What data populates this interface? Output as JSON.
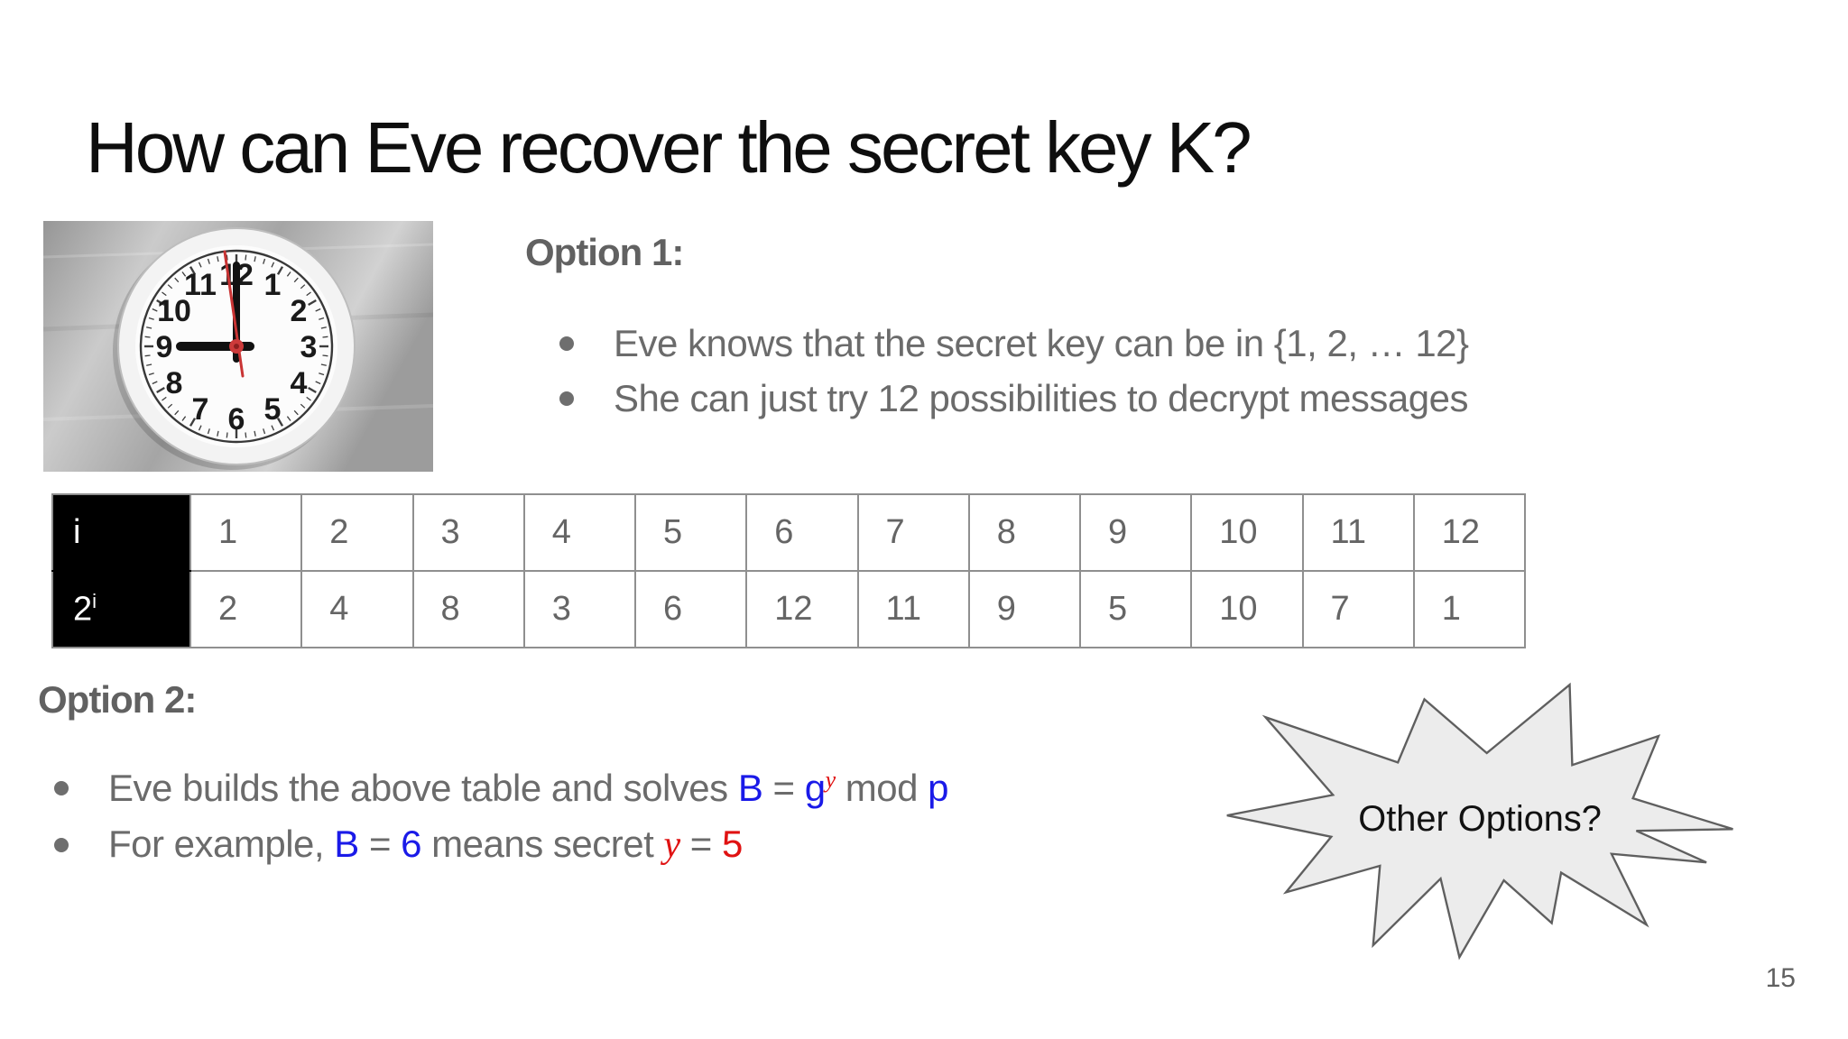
{
  "slide": {
    "title": "How can Eve recover the secret key K?",
    "page_number": "15"
  },
  "option1": {
    "heading": "Option 1:",
    "bullets": [
      "Eve knows that the secret key can be in {1, 2, … 12}",
      "She can just try 12 possibilities to decrypt messages"
    ]
  },
  "power_table": {
    "header_row1": "i",
    "header_row2_base": "2",
    "header_row2_sup": "i",
    "i_values": [
      "1",
      "2",
      "3",
      "4",
      "5",
      "6",
      "7",
      "8",
      "9",
      "10",
      "11",
      "12"
    ],
    "power_values": [
      "2",
      "4",
      "8",
      "3",
      "6",
      "12",
      "11",
      "9",
      "5",
      "10",
      "7",
      "1"
    ]
  },
  "option2": {
    "heading": "Option 2:",
    "bullet1": {
      "text": "Eve builds the above table and solves ",
      "B": "B",
      "eq": " = ",
      "g": "g",
      "y_sup": "y",
      "mod": " mod ",
      "p": "p"
    },
    "bullet2": {
      "text1": "For example, ",
      "B": "B",
      "eq1": " = ",
      "value6": "6",
      "text2": " means secret ",
      "y": "y",
      "eq2": " = ",
      "value5": "5"
    }
  },
  "starburst": {
    "label": "Other Options?"
  },
  "clock": {
    "numbers": [
      "12",
      "1",
      "2",
      "3",
      "4",
      "5",
      "6",
      "7",
      "8",
      "9",
      "10",
      "11"
    ],
    "depicted_time": "9:00"
  },
  "colors": {
    "accent_blue": "#1a1ae8",
    "accent_red": "#e01212",
    "body_gray": "#6b6b6b",
    "heading_gray": "#616161",
    "table_header_bg": "#000000",
    "starburst_fill": "#ececec"
  }
}
